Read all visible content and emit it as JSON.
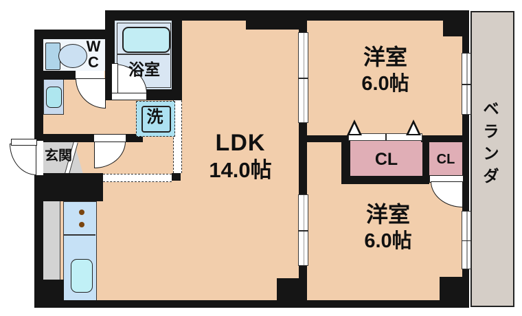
{
  "plan": {
    "rooms": {
      "ldk": {
        "name": "LDK",
        "size": "14.0帖"
      },
      "western_top": {
        "name": "洋室",
        "size": "6.0帖"
      },
      "western_bottom": {
        "name": "洋室",
        "size": "6.0帖"
      },
      "bathroom": {
        "name": "浴室"
      },
      "toilet": {
        "line1": "W",
        "line2": "C"
      },
      "entrance": {
        "name": "玄関"
      },
      "laundry": {
        "name": "洗"
      },
      "closet_large": {
        "name": "CL"
      },
      "closet_small": {
        "name": "CL"
      },
      "veranda": {
        "name": "ベランダ"
      }
    },
    "colors": {
      "floor_tan": "#F2CEAC",
      "wall_black": "#151515",
      "closet_pink": "#E0AEB6",
      "veranda_gray": "#D5CEC7",
      "entrance_gray": "#D3D3D3",
      "bath_blue": "#D9E6F3",
      "fixture_blue": "#C6E1F6",
      "water_cyan": "#C0F0F6"
    }
  }
}
